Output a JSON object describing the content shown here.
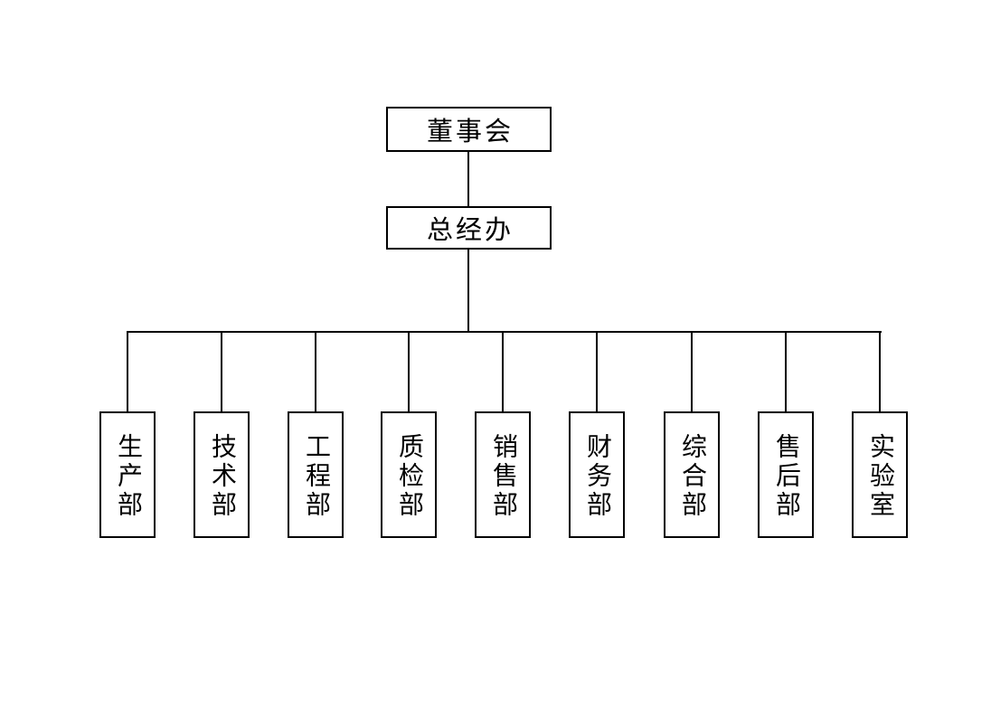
{
  "org_chart": {
    "root": {
      "label": "董事会"
    },
    "office": {
      "label": "总经办"
    },
    "departments": [
      {
        "label": "生产部"
      },
      {
        "label": "技术部"
      },
      {
        "label": "工程部"
      },
      {
        "label": "质检部"
      },
      {
        "label": "销售部"
      },
      {
        "label": "财务部"
      },
      {
        "label": "综合部"
      },
      {
        "label": "售后部"
      },
      {
        "label": "实验室"
      }
    ],
    "hierarchy": {
      "董事会": [
        "总经办"
      ],
      "总经办": [
        "生产部",
        "技术部",
        "工程部",
        "质检部",
        "销售部",
        "财务部",
        "综合部",
        "售后部",
        "实验室"
      ]
    }
  },
  "colors": {
    "background": "#ffffff",
    "line": "#000000",
    "text": "#000000",
    "box_border": "#000000",
    "box_fill": "#ffffff"
  }
}
